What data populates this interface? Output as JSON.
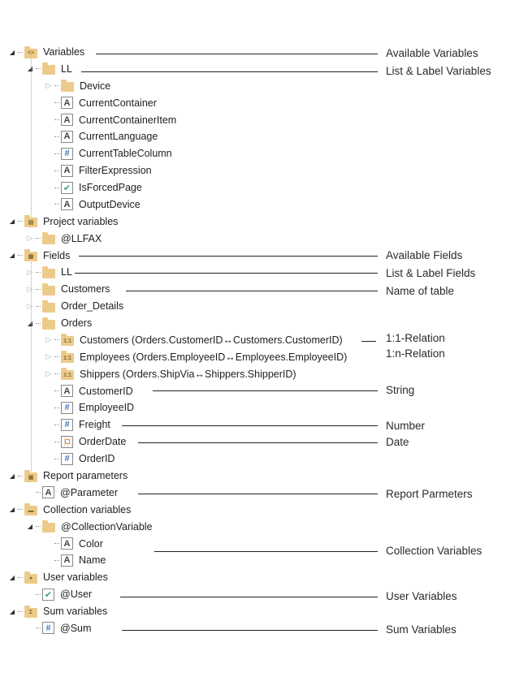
{
  "tree": [
    {
      "level": 0,
      "exp": "open",
      "icon": "folder",
      "glyph": "<>",
      "label": "Variables"
    },
    {
      "level": 1,
      "exp": "open",
      "icon": "folder",
      "label": "LL"
    },
    {
      "level": 2,
      "exp": "closed",
      "icon": "folder",
      "label": "Device"
    },
    {
      "level": 2,
      "icon": "string",
      "label": "CurrentContainer"
    },
    {
      "level": 2,
      "icon": "string",
      "label": "CurrentContainerItem"
    },
    {
      "level": 2,
      "icon": "string",
      "label": "CurrentLanguage"
    },
    {
      "level": 2,
      "icon": "number",
      "label": "CurrentTableColumn"
    },
    {
      "level": 2,
      "icon": "string",
      "label": "FilterExpression"
    },
    {
      "level": 2,
      "icon": "boolean",
      "label": "IsForcedPage"
    },
    {
      "level": 2,
      "icon": "string",
      "label": "OutputDevice"
    },
    {
      "level": 0,
      "exp": "open",
      "icon": "folder",
      "glyph": "▤",
      "label": "Project variables"
    },
    {
      "level": 1,
      "exp": "closed",
      "icon": "folder",
      "label": "@LLFAX"
    },
    {
      "level": 0,
      "exp": "open",
      "icon": "folder",
      "glyph": "▦",
      "label": "Fields"
    },
    {
      "level": 1,
      "exp": "closed",
      "icon": "folder",
      "label": "LL"
    },
    {
      "level": 1,
      "exp": "closed",
      "icon": "folder",
      "label": "Customers"
    },
    {
      "level": 1,
      "exp": "closed",
      "icon": "folder",
      "label": "Order_Details"
    },
    {
      "level": 1,
      "exp": "open",
      "icon": "folder",
      "label": "Orders"
    },
    {
      "level": 2,
      "exp": "closed",
      "icon": "folder",
      "glyph": "1:1",
      "label": "Customers (Orders.CustomerID↔Customers.CustomerID)"
    },
    {
      "level": 2,
      "exp": "closed",
      "icon": "folder",
      "glyph": "1:1",
      "label": "Employees (Orders.EmployeeID↔Employees.EmployeeID)"
    },
    {
      "level": 2,
      "exp": "closed",
      "icon": "folder",
      "glyph": "1:1",
      "label": "Shippers (Orders.ShipVia↔Shippers.ShipperID)"
    },
    {
      "level": 2,
      "icon": "string",
      "label": "CustomerID"
    },
    {
      "level": 2,
      "icon": "number",
      "label": "EmployeeID"
    },
    {
      "level": 2,
      "icon": "number",
      "label": "Freight"
    },
    {
      "level": 2,
      "icon": "date",
      "label": "OrderDate"
    },
    {
      "level": 2,
      "icon": "number",
      "label": "OrderID"
    },
    {
      "level": 0,
      "exp": "open",
      "icon": "folder",
      "glyph": "▣",
      "label": "Report parameters"
    },
    {
      "level": 1,
      "icon": "string",
      "label": "@Parameter"
    },
    {
      "level": 0,
      "exp": "open",
      "icon": "folder",
      "glyph": "▬",
      "label": "Collection variables"
    },
    {
      "level": 1,
      "exp": "open",
      "icon": "folder",
      "label": "@CollectionVariable"
    },
    {
      "level": 2,
      "icon": "string",
      "label": "Color"
    },
    {
      "level": 2,
      "icon": "string",
      "label": "Name"
    },
    {
      "level": 0,
      "exp": "open",
      "icon": "folder",
      "glyph": "●",
      "label": "User variables"
    },
    {
      "level": 1,
      "icon": "boolean",
      "label": "@User"
    },
    {
      "level": 0,
      "exp": "open",
      "icon": "folder",
      "glyph": "Σ",
      "label": "Sum variables"
    },
    {
      "level": 1,
      "icon": "number",
      "label": "@Sum"
    }
  ],
  "annotations": {
    "available_variables": "Available Variables",
    "ll_variables": "List & Label Variables",
    "available_fields": "Available Fields",
    "ll_fields": "List & Label Fields",
    "table_name": "Name of table",
    "relation_11": "1:1-Relation",
    "relation_1n": "1:n-Relation",
    "string": "String",
    "number": "Number",
    "date": "Date",
    "report_parameters": "Report Parmeters",
    "collection_variables": "Collection Variables",
    "user_variables": "User Variables",
    "sum_variables": "Sum Variables"
  },
  "icon_glyphs": {
    "string": "A",
    "number": "#",
    "boolean": "✔",
    "date": ""
  }
}
